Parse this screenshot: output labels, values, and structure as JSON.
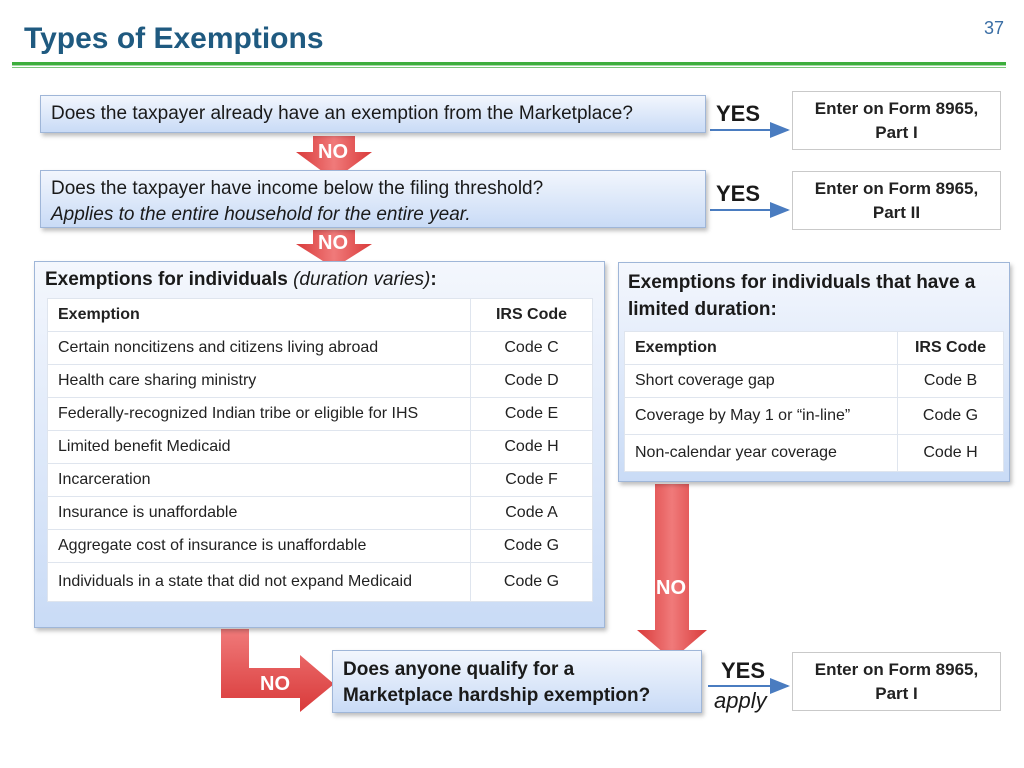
{
  "page_number": "37",
  "title": "Types of Exemptions",
  "question1": {
    "text": "Does the taxpayer already have an exemption from the Marketplace?",
    "yes_label": "YES",
    "result": [
      "Enter on Form 8965,",
      "Part I"
    ],
    "no_label": "NO"
  },
  "question2": {
    "text": "Does the taxpayer have income below the filing threshold?",
    "note": "Applies to the entire household for the entire year.",
    "yes_label": "YES",
    "result": [
      "Enter on Form 8965,",
      "Part II"
    ],
    "no_label": "NO"
  },
  "individuals": {
    "heading_bold": "Exemptions for individuals",
    "heading_italic": "(duration varies)",
    "heading_colon": ":",
    "columns": [
      "Exemption",
      "IRS Code"
    ],
    "rows": [
      [
        "Certain noncitizens and citizens living abroad",
        "Code C"
      ],
      [
        "Health care sharing ministry",
        "Code D"
      ],
      [
        "Federally-recognized Indian tribe or eligible for IHS",
        "Code E"
      ],
      [
        "Limited benefit Medicaid",
        "Code H"
      ],
      [
        "Incarceration",
        "Code F"
      ],
      [
        "Insurance is unaffordable",
        "Code A"
      ],
      [
        "Aggregate cost of insurance is unaffordable",
        "Code G"
      ],
      [
        "Individuals in a state that did not expand Medicaid",
        "Code G"
      ]
    ],
    "no_label": "NO"
  },
  "limited": {
    "heading": [
      "Exemptions for individuals that have a",
      "limited duration:"
    ],
    "columns": [
      "Exemption",
      "IRS Code"
    ],
    "rows": [
      [
        "Short coverage gap",
        "Code B"
      ],
      [
        "Coverage by May 1 or “in-line”",
        "Code G"
      ],
      [
        "Non-calendar year coverage",
        "Code H"
      ]
    ],
    "no_label": "NO"
  },
  "question3": {
    "text": [
      "Does anyone qualify for a",
      "Marketplace hardship exemption?"
    ],
    "yes_label": "YES",
    "yes_sub": "apply",
    "result": [
      "Enter on Form 8965,",
      "Part I"
    ]
  },
  "colors": {
    "title": "#1f5a80",
    "rule": "#3cae3c",
    "arrow_red": "#e24a4a",
    "box_blue": "#c9dbf6"
  }
}
